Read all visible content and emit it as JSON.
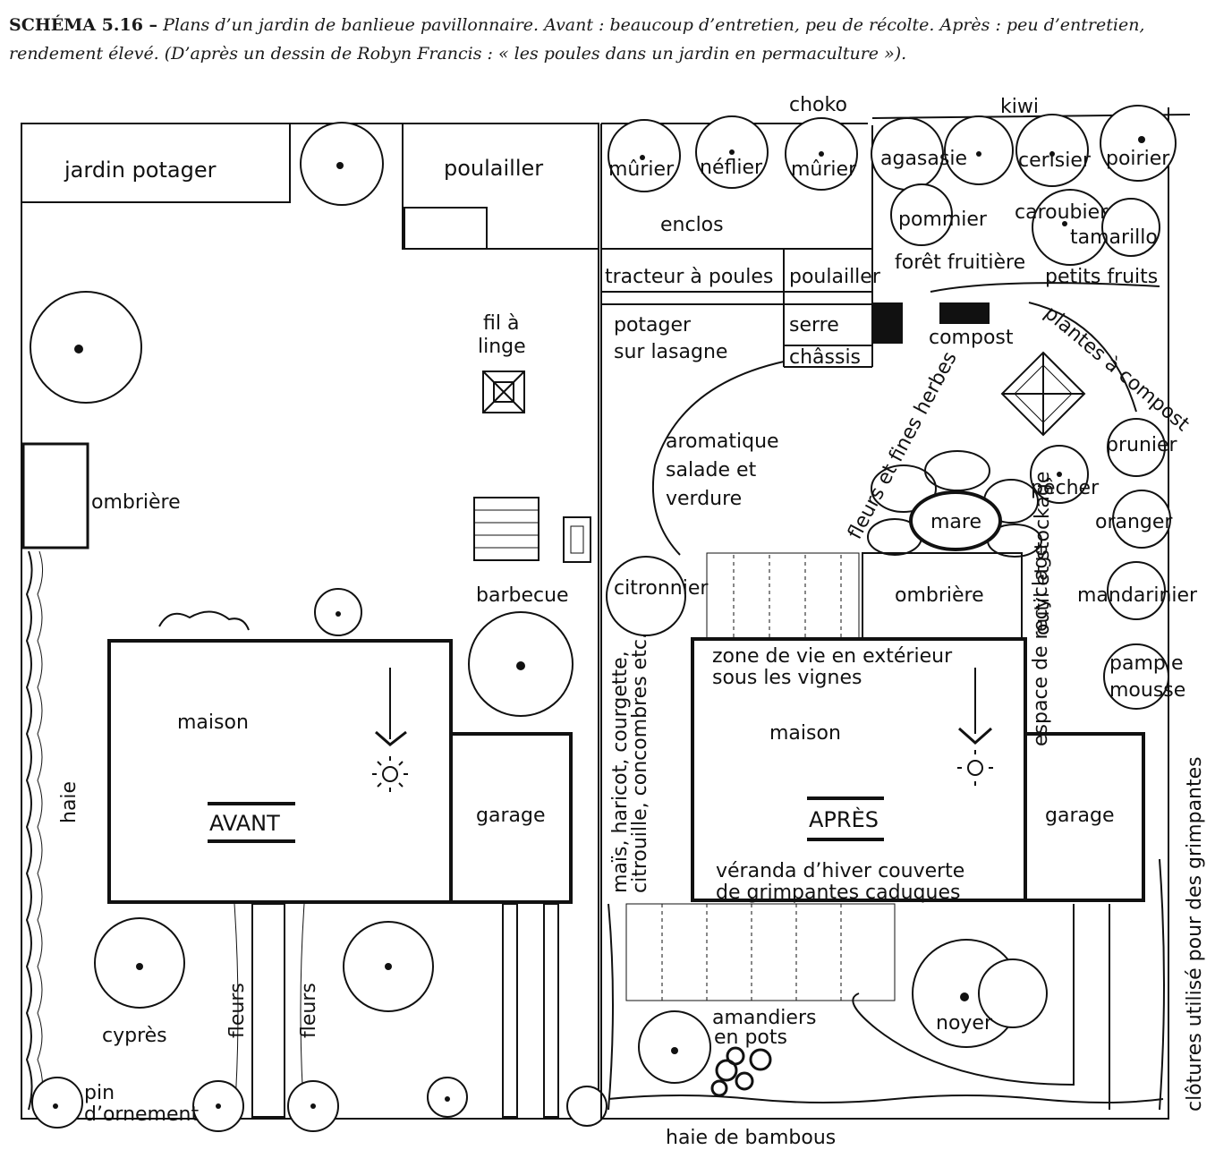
{
  "caption": {
    "lead": "SCHÉMA 5.16 –",
    "text": "Plans d’un jardin de banlieue pavillonnaire. Avant : beaucoup d’entretien, peu de récolte. Après : peu d’entretien, rendement élevé. (D’après un dessin de Robyn Francis : « les poules dans un jardin en permaculture »)."
  },
  "avant": {
    "title": "AVANT",
    "jardin_potager": "jardin potager",
    "poulailler": "poulailler",
    "fil_a": "fil à",
    "linge": "linge",
    "ombriere": "ombrière",
    "barbecue": "barbecue",
    "maison": "maison",
    "garage": "garage",
    "haie": "haie",
    "cypres": "cyprès",
    "fleurs": "fleurs",
    "pin": "pin",
    "dornement": "d’ornement"
  },
  "apres": {
    "title": "APRÈS",
    "choko": "choko",
    "kiwi": "kiwi",
    "murier": "mûrier",
    "neflier": "néflier",
    "agasasie": "agasasie",
    "cerisier": "cerisier",
    "poirier": "poirier",
    "enclos": "enclos",
    "pommier": "pommier",
    "caroubier": "caroubier",
    "tamarillo": "tamarillo",
    "tracteur": "tracteur à poules",
    "poulailler": "poulailler",
    "foret": "forêt fruitière",
    "petits_fruits": "petits fruits",
    "potager": "potager",
    "sur_lasagne": "sur lasagne",
    "serre": "serre",
    "chassis": "châssis",
    "compost": "compost",
    "plantes_a_compost": "plantes à compost",
    "aromatique": "aromatique",
    "salade_et": "salade et",
    "verdure": "verdure",
    "fleurs_herbes": "fleurs et fines herbes",
    "mare": "mare",
    "prunier": "prunier",
    "pecher": "pêcher",
    "oranger": "oranger",
    "citronnier": "citronnier",
    "ombriere": "ombrière",
    "outil_stockage": "outil et stockage",
    "mandarinier": "mandarinier",
    "zone_vie_1": "zone de vie en extérieur",
    "zone_vie_2": "sous les vignes",
    "pample": "pample",
    "mousse": "mousse",
    "espace_recyclage": "espace de recyclage",
    "maison": "maison",
    "mais_1": "maïs, haricot, courgette,",
    "mais_2": "citrouille, concombres etc.",
    "garage": "garage",
    "clotures": "clôtures utilisé pour des grimpantes",
    "veranda_1": "véranda d’hiver couverte",
    "veranda_2": "de grimpantes caduques",
    "amandiers": "amandiers",
    "en_pots": "en pots",
    "noyer": "noyer",
    "haie_bambous": "haie de bambous"
  }
}
